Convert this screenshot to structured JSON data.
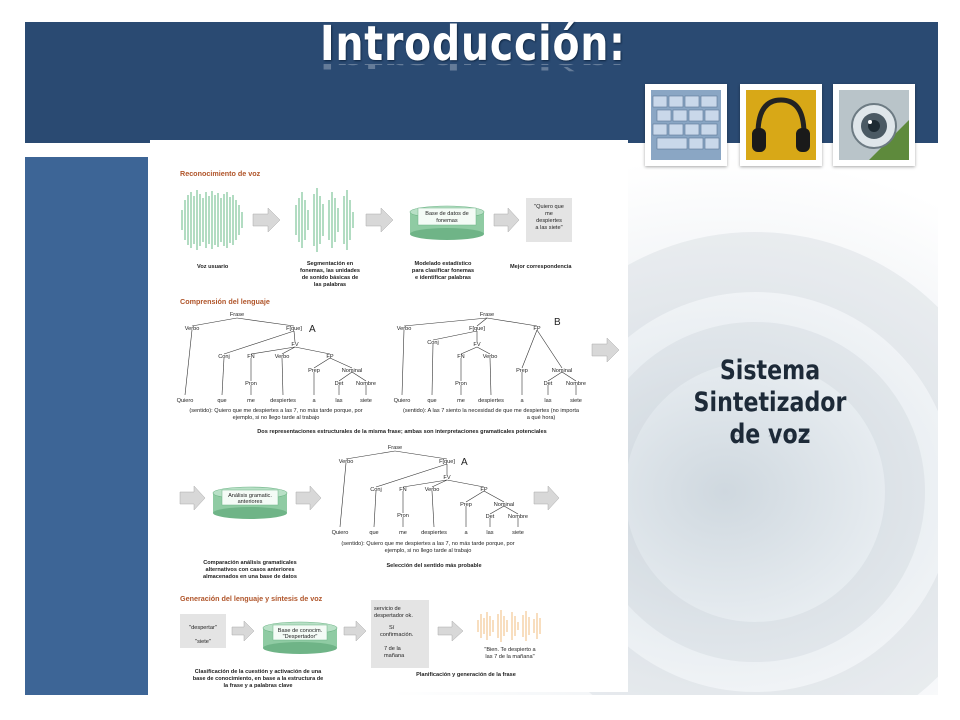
{
  "slide": {
    "title": "Introducción:",
    "side_title_line1": "Sistema Sintetizador",
    "side_title_line2": "de voz",
    "thumbnails": [
      "keyboard-image",
      "headphones-image",
      "webcam-image"
    ]
  },
  "diagram": {
    "sec1": {
      "title": "Reconocimiento de voz",
      "db_label1": "Base de datos de",
      "db_label2": "fonemas",
      "quote1": "\"Quiero que",
      "quote2": "me",
      "quote3": "despiertes",
      "quote4": "a las siete\"",
      "cap_voz": "Voz usuario",
      "cap_seg1": "Segmentación en",
      "cap_seg2": "fonemas, las unidades",
      "cap_seg3": "de sonido básicas de",
      "cap_seg4": "las palabras",
      "cap_mod1": "Modelado estadístico",
      "cap_mod2": "para clasificar fonemas",
      "cap_mod3": "e identificar palabras",
      "cap_mejor": "Mejor correspondencia"
    },
    "sec2": {
      "title": "Comprensión del lenguaje",
      "tree_a_label": "A",
      "tree_b_label": "B",
      "n_frase": "Frase",
      "n_verbo": "Verbo",
      "n_fque": "F[que]",
      "n_fv": "FV",
      "n_conj": "Conj",
      "n_fn": "FN",
      "n_fp": "FP",
      "n_pron": "Pron",
      "n_prep": "Prep",
      "n_nominal": "Nominal",
      "n_det": "Det",
      "n_nombre": "Nombre",
      "w_quiero": "Quiero",
      "w_que": "que",
      "w_me": "me",
      "w_despiertes": "despiertes",
      "w_a": "a",
      "w_las": "las",
      "w_siete": "siete",
      "sentido_a1": "(sentido): Quiero que me despiertes a las 7, no más tarde porque, por",
      "sentido_a2": "ejemplo, si no llego tarde al trabajo",
      "sentido_b1": "(sentido): A las 7 siento la necesidad de que me despiertes (no importa",
      "sentido_b2": "a qué hora)",
      "caption": "Dos representaciones estructurales de la misma frase; ambas son interpretaciones gramaticales potenciales"
    },
    "sec3": {
      "db_label1": "Análisis gramatic.",
      "db_label2": "anteriores",
      "tree_label": "A",
      "sentido1": "(sentido): Quiero que me despiertes a las 7, no más tarde porque, por",
      "sentido2": "ejemplo, si no llego tarde al trabajo",
      "cap_comp1": "Comparación análisis gramaticales",
      "cap_comp2": "alternativos con casos anteriores",
      "cap_comp3": "almacenados en una base de datos",
      "cap_sel": "Selección del sentido más probable"
    },
    "sec4": {
      "title": "Generación del lenguaje y síntesis de voz",
      "key1": "\"despertar\"",
      "key2": "\"siete\"",
      "db_label1": "Base de conocim.",
      "db_label2": "\"Despertador\"",
      "plan1": "servicio de",
      "plan2": "despertador ok.",
      "plan3": "Sí",
      "plan4": "confirmación.",
      "plan5": "7 de la",
      "plan6": "mañana",
      "reply1": "\"Bien. Te despierto a",
      "reply2": "las 7 de la mañana\"",
      "cap_clas1": "Clasificación de la cuestión y activación de una",
      "cap_clas2": "base de conocimiento, en base a la estructura de",
      "cap_clas3": "la frase y a palabras clave",
      "cap_plan": "Planificación y generación de la frase"
    }
  },
  "colors": {
    "header": "#2a4a72",
    "left_bar": "#3d6596",
    "section_title": "#b0552a",
    "wave_green": "#7fc49a",
    "wave_orange": "#f2c48a",
    "db_green": "#8fcba3",
    "arrow_gray": "#d8d8d8"
  }
}
